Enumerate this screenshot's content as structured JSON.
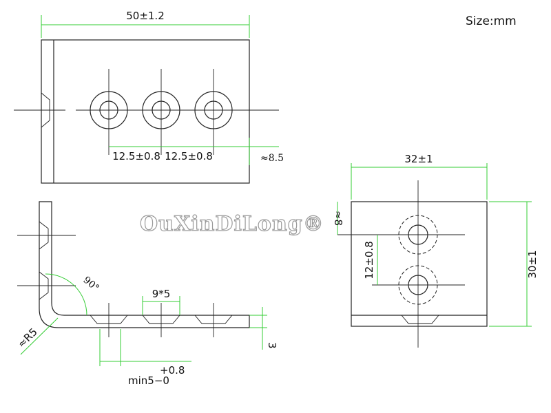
{
  "size_note": "Size:mm",
  "watermark": "OuXinDiLong®",
  "top_view": {
    "width": "50±1.2",
    "hole_spacing_1": "12.5±0.8",
    "hole_spacing_2": "12.5±0.8",
    "edge_to_hole": "≈8.5"
  },
  "side_view": {
    "angle": "90°",
    "bend_radius": "≈R5",
    "hole_size": "9*5",
    "thickness": "3",
    "tolerance_plus": "+0.8",
    "min_length": "min5−0"
  },
  "right_view": {
    "width": "32±1",
    "height": "30±1",
    "hole_spacing": "12±0.8",
    "edge_to_hole": "≈8"
  },
  "colors": {
    "dimension_lines": "#33cc33",
    "outline": "#222222"
  }
}
